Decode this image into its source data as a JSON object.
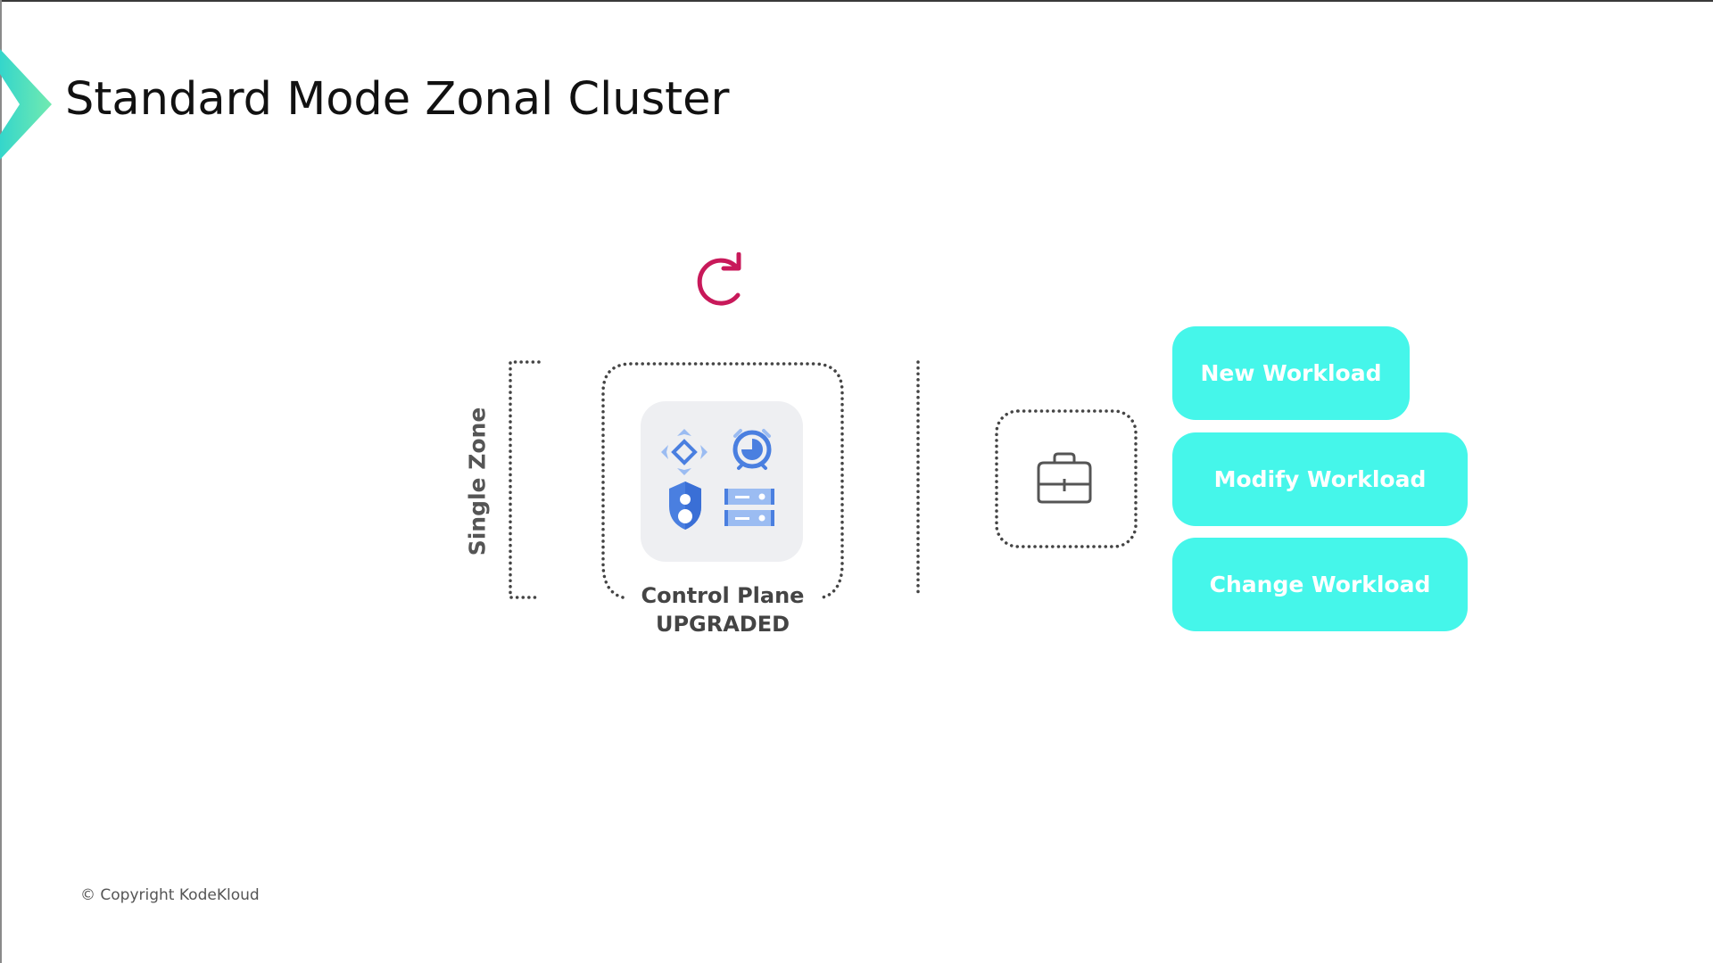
{
  "slide": {
    "title": "Standard Mode Zonal Cluster",
    "copyright": "© Copyright KodeKloud"
  },
  "diagram": {
    "zone_label": "Single Zone",
    "control_plane": {
      "label_line1": "Control Plane",
      "label_line2": "UPGRADED",
      "icons": [
        "move-arrows-icon",
        "alarm-clock-icon",
        "shield-user-icon",
        "server-stack-icon"
      ]
    },
    "upgrade_indicator": "refresh-icon",
    "workload_icon": "briefcase-icon"
  },
  "workload_buttons": [
    {
      "label": "New Workload"
    },
    {
      "label": "Modify Workload"
    },
    {
      "label": "Change Workload"
    }
  ],
  "colors": {
    "accent_cyan": "#45f6ea",
    "refresh_crimson": "#c8195a",
    "icon_blue": "#4a7fe0",
    "icon_blue_light": "#9bbcf2",
    "chevron_start": "#34d6cb",
    "chevron_end": "#72eab0"
  }
}
